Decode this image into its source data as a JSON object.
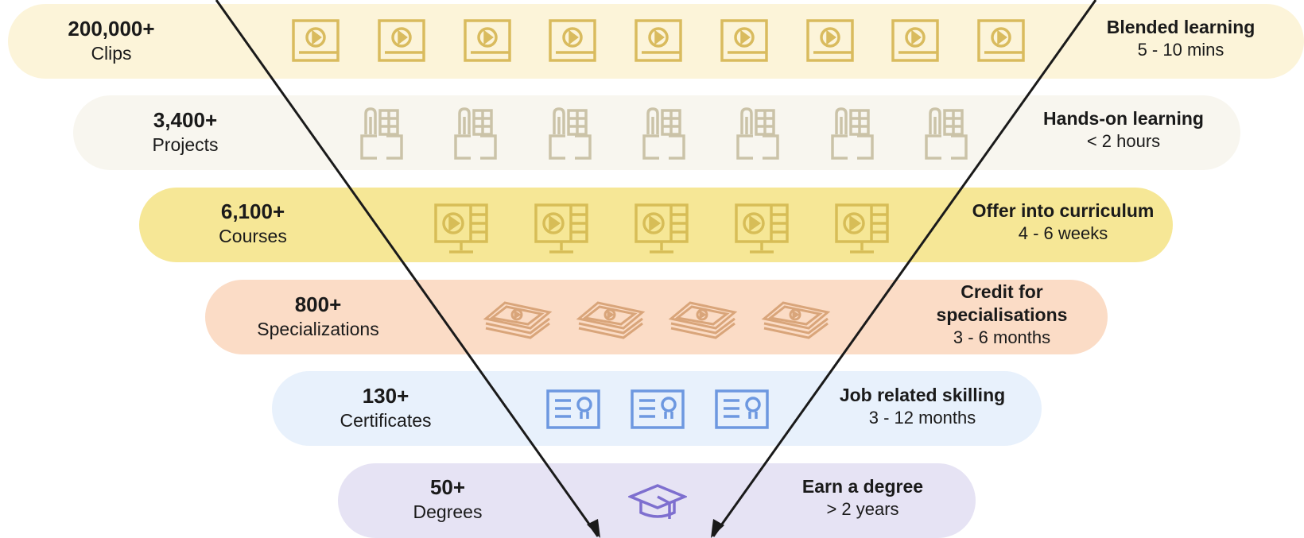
{
  "colors": {
    "clips_bg": "#fcf4d9",
    "clips_icon": "#d9bb5e",
    "projects_bg": "#f8f6ef",
    "projects_icon": "#cbc3a8",
    "courses_bg": "#f6e796",
    "courses_icon": "#d7bd57",
    "specializations_bg": "#fbdcc6",
    "specializations_icon": "#d9a57a",
    "certificates_bg": "#e8f1fc",
    "certificates_icon": "#6d98e0",
    "degrees_bg": "#e6e3f4",
    "degrees_icon": "#7e6fcf",
    "arrow": "#1a1a1a"
  },
  "tiers": [
    {
      "count": "200,000+",
      "unit": "Clips",
      "title": "Blended learning",
      "duration": "5 - 10 mins",
      "icon": "video-clip-icon",
      "icon_count": 9
    },
    {
      "count": "3,400+",
      "unit": "Projects",
      "title": "Hands-on learning",
      "duration": "< 2 hours",
      "icon": "project-icon",
      "icon_count": 7
    },
    {
      "count": "6,100+",
      "unit": "Courses",
      "title": "Offer into curriculum",
      "duration": "4 - 6 weeks",
      "icon": "course-monitor-icon",
      "icon_count": 5
    },
    {
      "count": "800+",
      "unit": "Specializations",
      "title": "Credit for specialisations",
      "duration": "3 - 6 months",
      "icon": "specialization-stack-icon",
      "icon_count": 4
    },
    {
      "count": "130+",
      "unit": "Certificates",
      "title": "Job related skilling",
      "duration": "3 - 12 months",
      "icon": "certificate-icon",
      "icon_count": 3
    },
    {
      "count": "50+",
      "unit": "Degrees",
      "title": "Earn a degree",
      "duration": "> 2 years",
      "icon": "graduation-cap-icon",
      "icon_count": 1
    }
  ]
}
